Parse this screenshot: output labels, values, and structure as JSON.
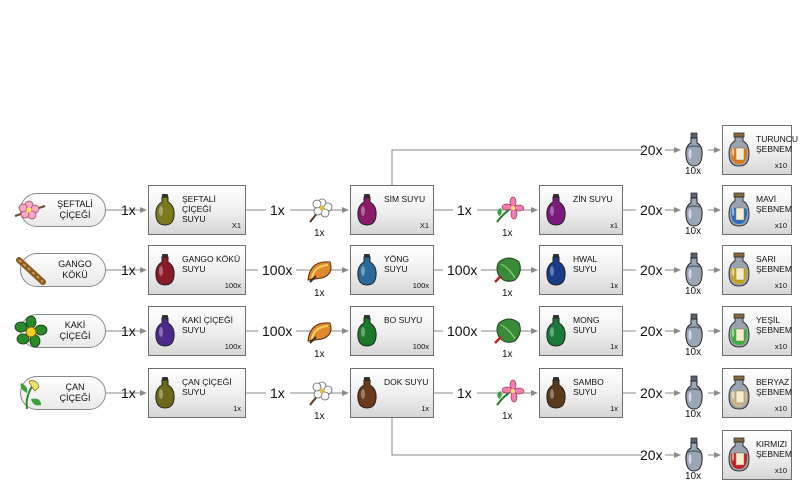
{
  "colors": {
    "wire": "#8a8a8a",
    "box_border": "#6f6f6f"
  },
  "sources": [
    {
      "label": "ŞEFTALİ\nÇİÇEĞİ",
      "icon": "peach-blossom-icon"
    },
    {
      "label": "GANGO\nKÖKÜ",
      "icon": "gango-root-icon"
    },
    {
      "label": "KAKİ\nÇİÇEĞİ",
      "icon": "kaki-flower-icon"
    },
    {
      "label": "ÇAN\nÇİÇEĞİ",
      "icon": "bell-flower-icon"
    }
  ],
  "stage1": [
    {
      "title": "ŞEFTALİ ÇİÇEĞİ\nSUYU",
      "count": "X1",
      "color": "#7a7a1e",
      "in_qty": "1x"
    },
    {
      "title": "GANGO KÖKÜ\nSUYU",
      "count": "100x",
      "color": "#8a1a28",
      "in_qty": "1x"
    },
    {
      "title": "KAKİ ÇİÇEĞİ\nSUYU",
      "count": "100x",
      "color": "#4a2a8a",
      "in_qty": "1x"
    },
    {
      "title": "ÇAN ÇİÇEĞİ\nSUYU",
      "count": "1x",
      "color": "#6a6a1a",
      "in_qty": "1x"
    }
  ],
  "stage2": [
    {
      "title": "SİM SUYU",
      "count": "X1",
      "color": "#8a1a6a",
      "in_qty": "1x",
      "mat_qty": "1x",
      "mat_icon": "white-flower-icon"
    },
    {
      "title": "YÖNG SUYU",
      "count": "100x",
      "color": "#2a6a9a",
      "in_qty": "100x",
      "mat_qty": "1x",
      "mat_icon": "mushroom-icon"
    },
    {
      "title": "BO SUYU",
      "count": "100x",
      "color": "#1a7a2a",
      "in_qty": "100x",
      "mat_qty": "1x",
      "mat_icon": "mushroom-icon"
    },
    {
      "title": "DOK SUYU",
      "count": "1x",
      "color": "#6a3a1a",
      "in_qty": "1x",
      "mat_qty": "1x",
      "mat_icon": "white-flower-icon"
    }
  ],
  "stage3": [
    {
      "title": "ZİN SUYU",
      "count": "x1",
      "color": "#7a1a7a",
      "in_qty": "1x",
      "mat_qty": "1x",
      "mat_icon": "pink-flower-icon"
    },
    {
      "title": "HWAL SUYU",
      "count": "1x",
      "color": "#1a3a8a",
      "in_qty": "100x",
      "mat_qty": "1x",
      "mat_icon": "green-herb-icon"
    },
    {
      "title": "MONG SUYU",
      "count": "1x",
      "color": "#1a7a3a",
      "in_qty": "100x",
      "mat_qty": "1x",
      "mat_icon": "green-herb-icon"
    },
    {
      "title": "SAMBO SUYU",
      "count": "1x",
      "color": "#5a3a1a",
      "in_qty": "1x",
      "mat_qty": "1x",
      "mat_icon": "pink-flower-icon"
    }
  ],
  "results": [
    {
      "title": "TURUNCU\nŞEBNEM",
      "count": "x10",
      "color": "#e07a18",
      "in_qty": "20x",
      "flask_qty": "10x"
    },
    {
      "title": "MAVİ\nŞEBNEM",
      "count": "x10",
      "color": "#2a6ac0",
      "in_qty": "20x",
      "flask_qty": "10x"
    },
    {
      "title": "SARI\nŞEBNEM",
      "count": "x10",
      "color": "#c8a818",
      "in_qty": "20x",
      "flask_qty": "10x"
    },
    {
      "title": "YEŞİL\nŞEBNEM",
      "count": "x10",
      "color": "#3ab03a",
      "in_qty": "20x",
      "flask_qty": "10x"
    },
    {
      "title": "BERYAZ\nŞEBNEM",
      "count": "x10",
      "color": "#c8b888",
      "in_qty": "20x",
      "flask_qty": "10x"
    },
    {
      "title": "KIRMIZI\nŞEBNEM",
      "count": "x10",
      "color": "#c82020",
      "in_qty": "20x",
      "flask_qty": "10x"
    }
  ]
}
